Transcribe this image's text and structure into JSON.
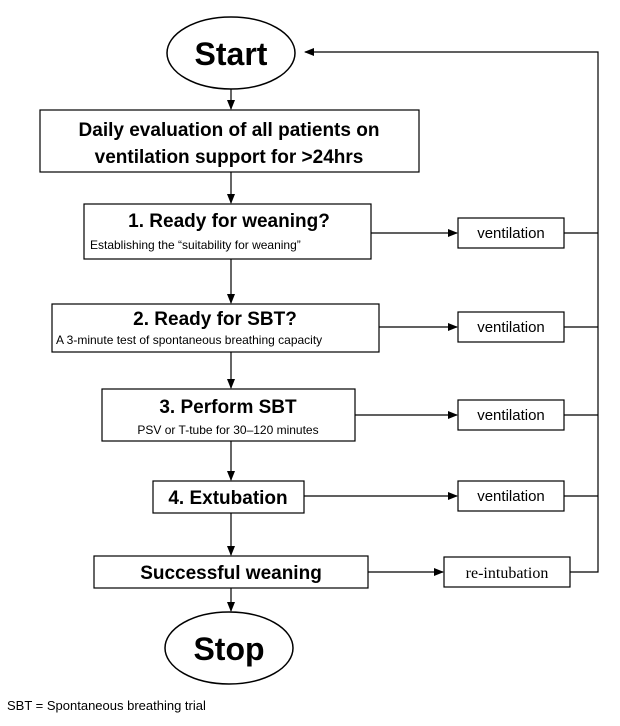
{
  "nodes": {
    "start": "Start",
    "daily_eval_line1": "Daily evaluation of all patients on",
    "daily_eval_line2": "ventilation support for >24hrs",
    "step1_title": "1. Ready for weaning?",
    "step1_sub": "Establishing the “suitability for weaning”",
    "step2_title": "2. Ready for SBT?",
    "step2_sub": "A 3-minute test of spontaneous breathing capacity",
    "step3_title": "3. Perform SBT",
    "step3_sub": "PSV or T-tube for 30–120 minutes",
    "step4_title": "4. Extubation",
    "success": "Successful weaning",
    "stop": "Stop"
  },
  "side_boxes": {
    "ventilation_1": "ventilation",
    "ventilation_2": "ventilation",
    "ventilation_3": "ventilation",
    "ventilation_4": "ventilation",
    "reintubation": "re-intubation"
  },
  "footnote": "SBT = Spontaneous breathing trial"
}
